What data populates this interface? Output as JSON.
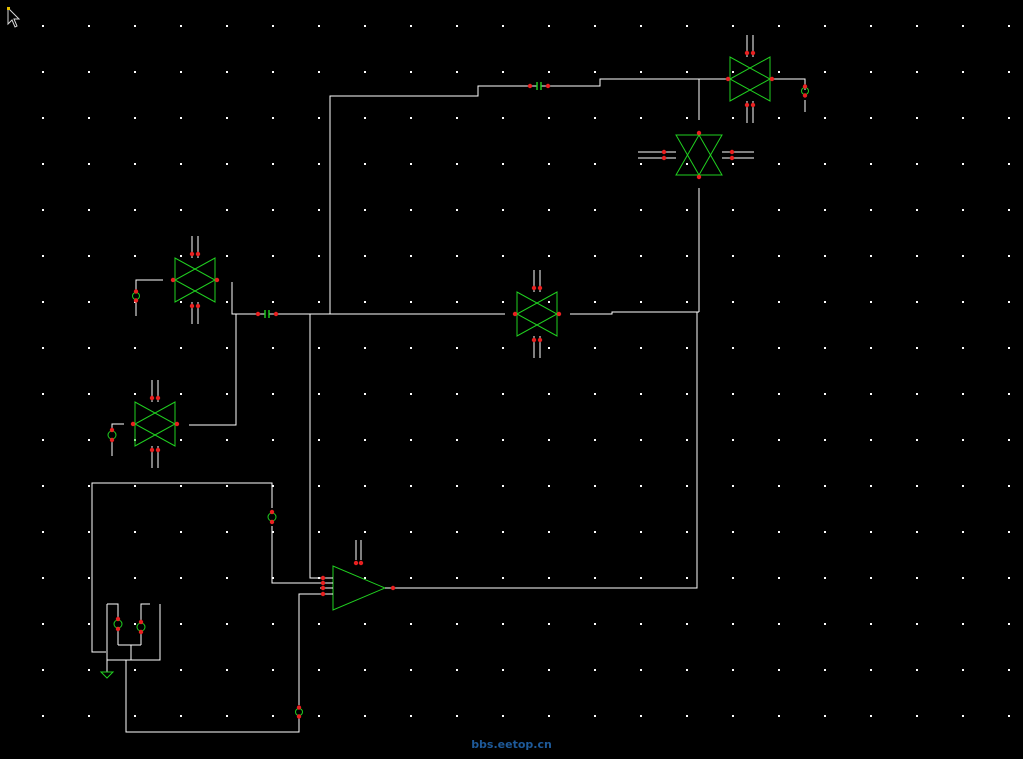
{
  "colors": {
    "background": "#000000",
    "grid_dot": "#ffffff",
    "wire": "#ffffff",
    "component": "#20d020",
    "pin": "#e82020",
    "watermark": "#1e5a9a",
    "cursor": "#d8d8d8"
  },
  "watermark": {
    "text": "bbs.eetop.cn"
  },
  "icons": {
    "cursor": "arrow-pointer-icon"
  },
  "components": [
    {
      "id": "tg-top-right",
      "kind": "transmission-gate"
    },
    {
      "id": "tg-right-vertical",
      "kind": "transmission-gate"
    },
    {
      "id": "tg-center",
      "kind": "transmission-gate"
    },
    {
      "id": "tg-left-upper",
      "kind": "transmission-gate"
    },
    {
      "id": "tg-left-lower",
      "kind": "transmission-gate"
    },
    {
      "id": "buffer",
      "kind": "amplifier"
    },
    {
      "id": "cap-top",
      "kind": "capacitor"
    },
    {
      "id": "cap-left",
      "kind": "capacitor"
    },
    {
      "id": "source-a",
      "kind": "voltage-source"
    },
    {
      "id": "source-b",
      "kind": "voltage-source"
    },
    {
      "id": "ground",
      "kind": "ground"
    }
  ]
}
